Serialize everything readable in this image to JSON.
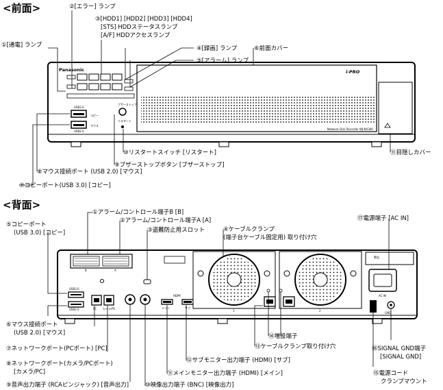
{
  "front": {
    "title": "<前面>",
    "callouts": {
      "c1": "①[通電] ランプ",
      "c2": "②[エラー] ランプ",
      "c3a": "③[HDD1] [HDD2] [HDD3] [HDD4]",
      "c3b": "[STS] HDDステータスランプ",
      "c3c": "[A/F] HDDアクセスランプ",
      "c4": "④[録画] ランプ",
      "c5": "⑤[アラーム] ランプ",
      "c6": "⑥前面カバー",
      "c7": "⑦コピーポート(USB 3.0) [コピー]",
      "c8": "⑧マウス接続ポート (USB 2.0) [マウス]",
      "c9": "⑨ブザーストップボタン [ブザーストップ]",
      "c10": "⑩リスタートスイッチ [リスタート]",
      "c11": "⑪目隠しカバー"
    },
    "device": {
      "brand": "Panasonic",
      "model": "Network Disk Recorder WJ-NX300",
      "logo": "i-PRO",
      "port_labels": [
        "USB3.0",
        "コピー",
        "マウス",
        "USB2.0"
      ],
      "button_labels": [
        "ブザーストップ",
        "リスタート"
      ]
    }
  },
  "rear": {
    "title": "<背面>",
    "callouts": {
      "c1": "①アラーム/コントロール端子B [B]",
      "c2": "②アラーム/コントロール端子A [A]",
      "c3": "③盗難防止用スロット",
      "c4a": "④ケーブルクランプ",
      "c4b": "(端子台ケーブル固定用) 取り付け穴",
      "c5a": "⑤コピーポート",
      "c5b": "(USB 3.0) [コピー]",
      "c6a": "⑥マウス接続ポート",
      "c6b": "(USB 2.0) [マウス]",
      "c7": "⑦ネットワークポート(PCポート) [PC]",
      "c8a": "⑧ネットワークポート(カメラ/PCポート)",
      "c8b": "[カメラ/PC]",
      "c9": "⑨音声出力端子 (RCAピンジャック) [音声出力]",
      "c10": "⑩映像出力端子 (BNC) [映像出力]",
      "c11": "⑪メインモニター出力端子 (HDMI) [メイン]",
      "c12": "⑫サブモニター出力端子 (HDMI) [サブ]",
      "c13": "⑬ケーブルクランプ取り付け穴",
      "c14": "⑭増設端子",
      "c15a": "⑮電源コード",
      "c15b": "クランプマウント",
      "c16a": "⑯SIGNAL GND端子",
      "c16b": "[SIGNAL GND]",
      "c17": "⑰電源端子 [AC IN]"
    },
    "device": {
      "fan_labels": [
        "1",
        "2"
      ],
      "terminal_labels": [
        "B",
        "A"
      ],
      "port_labels": [
        "USB3.0",
        "USB2.0",
        "PC",
        "カメラ/PC",
        "HDMI",
        "メイン",
        "サブ",
        "AC IN",
        "GND",
        "警告"
      ]
    }
  }
}
